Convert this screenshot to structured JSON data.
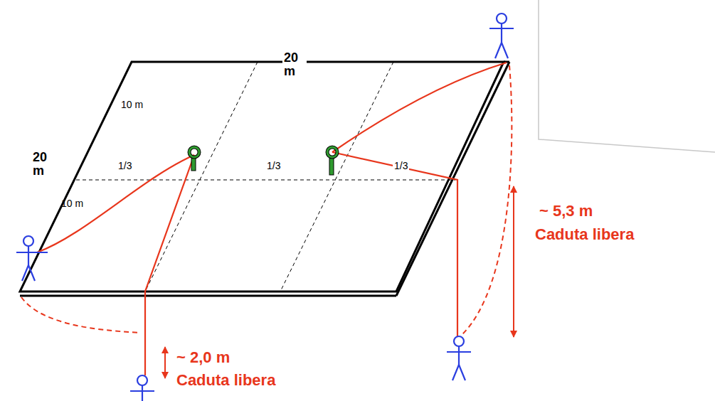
{
  "diagram": {
    "labels": [
      "20 m",
      "20 m",
      "10 m",
      "10 m",
      "1/3",
      "1/3",
      "1/3",
      "~ 2,0 m",
      "Caduta libera",
      "~ 5,3 m",
      "Caduta libera"
    ]
  }
}
